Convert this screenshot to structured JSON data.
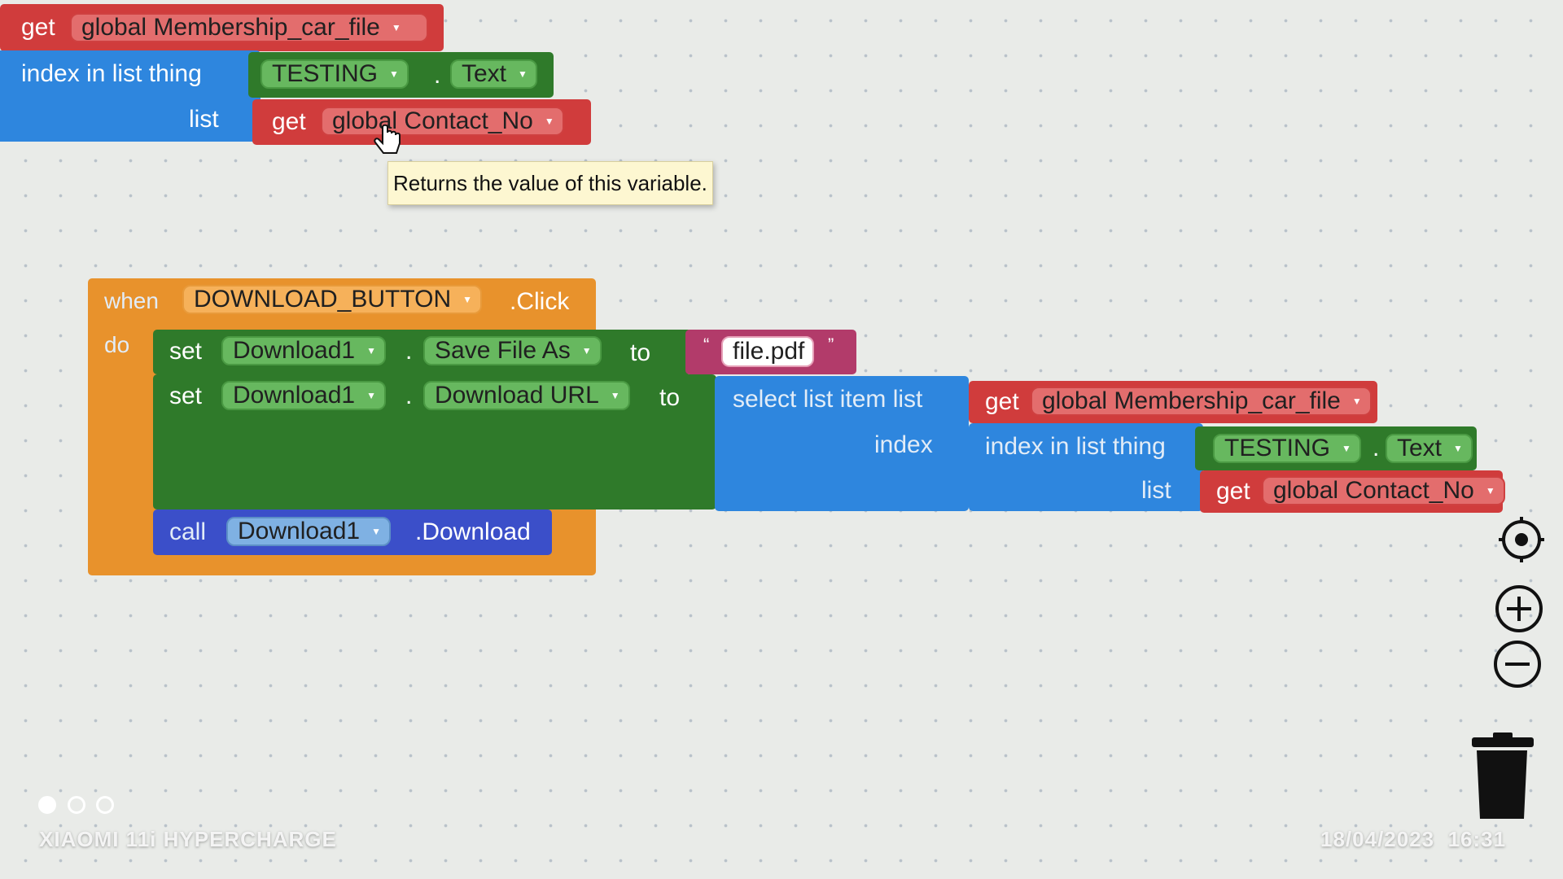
{
  "top_block": {
    "get_label": "get",
    "var_name": "global Membership_car_file",
    "index_label": "index in list  thing",
    "component": "TESTING",
    "property": "Text",
    "list_label": "list",
    "list_get_label": "get",
    "list_var": "global Contact_No"
  },
  "tooltip": "Returns the value of this variable.",
  "event_block": {
    "when_label": "when",
    "component": "DOWNLOAD_BUTTON",
    "event": ".Click",
    "do_label": "do",
    "stmt1": {
      "set_label": "set",
      "component": "Download1",
      "property": "Save File As",
      "to_label": "to",
      "text_value": "file.pdf"
    },
    "stmt2": {
      "set_label": "set",
      "component": "Download1",
      "property": "Download URL",
      "to_label": "to",
      "select_label": "select list item  list",
      "list_get_label": "get",
      "list_var": "global Membership_car_file",
      "index_label": "index",
      "index_in_list_label": "index in list  thing",
      "thing_component": "TESTING",
      "thing_property": "Text",
      "inner_list_label": "list",
      "inner_get_label": "get",
      "inner_list_var": "global Contact_No"
    },
    "stmt3": {
      "call_label": "call",
      "component": "Download1",
      "method": ".Download"
    }
  },
  "footer": {
    "device": "XIAOMI 11i HYPERCHARGE",
    "datetime": "18/04/2023  16:31"
  },
  "icons": [
    "recenter-icon",
    "zoom-in-icon",
    "zoom-out-icon",
    "trash-icon",
    "hand-cursor-icon"
  ],
  "colors": {
    "variables": "#d03c3c",
    "lists": "#2e86de",
    "components": "#2f7a2a",
    "events": "#e8922c",
    "text": "#b23b6a",
    "methods": "#3b4fc9"
  }
}
